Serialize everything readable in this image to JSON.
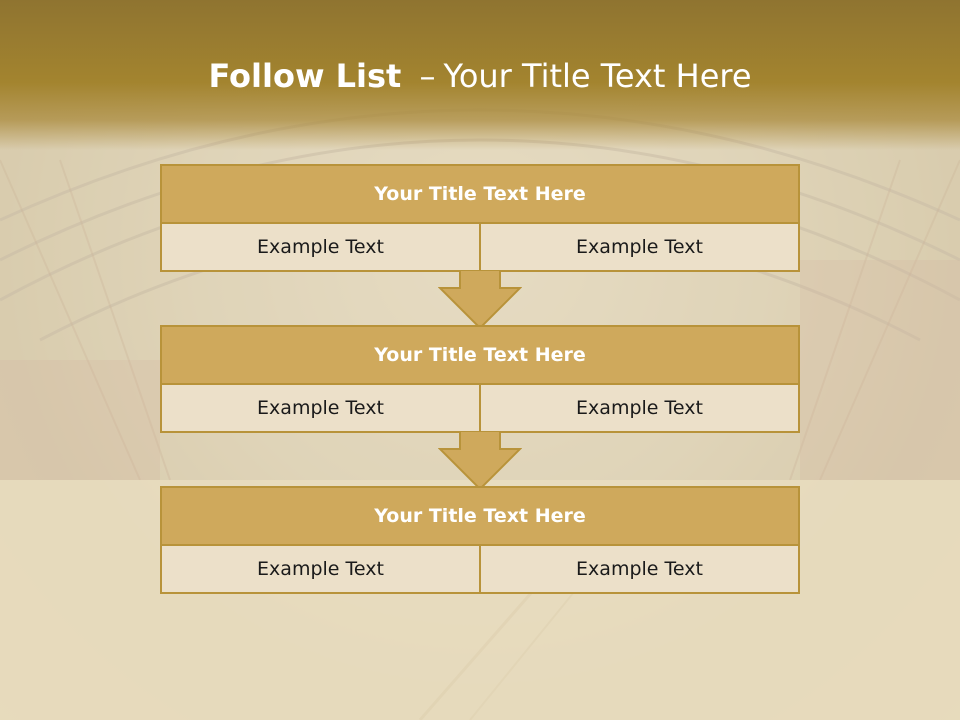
{
  "slide": {
    "title_bold": "Follow List",
    "title_separator": "–",
    "title_rest": "Your Title Text Here"
  },
  "blocks": [
    {
      "header": "Your Title Text Here",
      "left": "Example Text",
      "right": "Example Text"
    },
    {
      "header": "Your Title Text Here",
      "left": "Example Text",
      "right": "Example Text"
    },
    {
      "header": "Your Title Text Here",
      "left": "Example Text",
      "right": "Example Text"
    }
  ],
  "colors": {
    "header_band": "#a3842f",
    "block_header": "#cfa95c",
    "block_border": "#b8933a",
    "cell_bg": "#ece0c9",
    "arrow_fill": "#cfa95c"
  },
  "icons": [
    "down-arrow-icon",
    "down-arrow-icon"
  ]
}
